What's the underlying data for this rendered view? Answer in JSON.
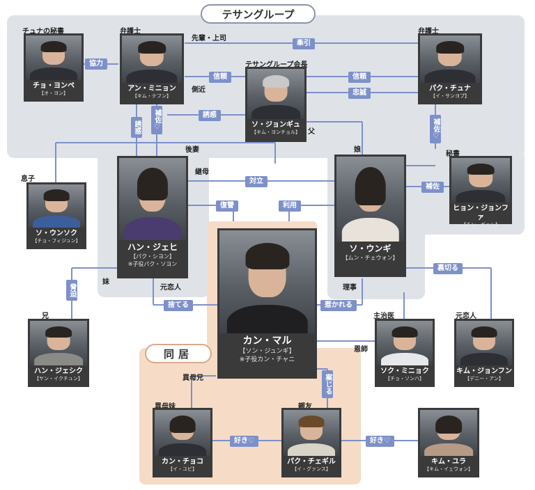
{
  "group_title": "テサングループ",
  "cohab_title": "同居",
  "characters": {
    "cho": {
      "role": "チュナの秘書",
      "name": "チョ・ヨンペ",
      "actor": "【オ・ヨン】"
    },
    "ahn": {
      "role": "弁護士",
      "name": "アン・ミニョン",
      "actor": "【キム・テフン】"
    },
    "so_jg": {
      "role": "テサングループ会長",
      "name": "ソ・ジョンギュ",
      "actor": "【キム・ヨンチョル】"
    },
    "park_cn": {
      "role": "弁護士",
      "name": "パク・チュナ",
      "actor": "【イ・サンヨプ】"
    },
    "son": {
      "role": "息子",
      "name": "ソ・ウンソク",
      "actor": "【チョ・フィジュン】"
    },
    "han_jh": {
      "role": "後妻",
      "name": "ハン・ジェヒ",
      "actor": "【パク・シヨン】",
      "extra": "※子役パク・ソヨン"
    },
    "so_ug": {
      "role": "娘",
      "name": "ソ・ウンギ",
      "actor": "【ムン・チェウォン】"
    },
    "hyon": {
      "role": "秘書",
      "name": "ヒョン・ジョンファ",
      "actor": "【チン・ギョン】"
    },
    "kang": {
      "name": "カン・マル",
      "actor": "【ソン・ジュンギ】",
      "extra": "※子役カン・チャニ"
    },
    "han_js": {
      "role": "兄",
      "name": "ハン・ジェシク",
      "actor": "【ヤン・イクチュン】"
    },
    "sok": {
      "role": "主治医",
      "name": "ソク・ミニョク",
      "actor": "【チョ・ソンハ】"
    },
    "kim_jh": {
      "role": "元恋人",
      "name": "キム・ジョンフン",
      "actor": "【デニー・アン】"
    },
    "kang_ck": {
      "role": "異母妹",
      "name": "カン・チョコ",
      "actor": "【イ・ユビ】"
    },
    "park_cg": {
      "role": "親友",
      "name": "パク・チェギル",
      "actor": "【イ・グァンス】"
    },
    "kim_yr": {
      "name": "キム・ユラ",
      "actor": "【キム・イェウォン】"
    }
  },
  "relation_labels": {
    "kyoryoku": "協力",
    "senpai": "先輩・上司",
    "kenin": "牽引",
    "sokkin": "側近",
    "shinrai1": "信頼",
    "shinrai2": "信頼",
    "chusei": "忠誠",
    "yuwaku_h": "誘惑",
    "yuwaku_v": "誘惑",
    "hosa_v1": "補佐♡",
    "hosa_v2": "補佐♡",
    "hosa_h": "補佐",
    "chichi": "父",
    "gosai": "後妻",
    "keibo": "継母",
    "musume": "娘",
    "tairitsu": "対立",
    "fukushu": "復讐",
    "riyo": "利用",
    "imouto": "妹",
    "kyohaku": "脅迫",
    "motokoibito": "元恋人",
    "suteru": "捨てる",
    "hikareru": "惹かれる",
    "rijun": "理事",
    "uragiru": "裏切る",
    "onshi": "恩師",
    "ibokei": "異母兄",
    "anjiru": "案じる",
    "suki1": "好き♡",
    "suki2": "好き♡"
  },
  "colors": {
    "accent": "#7d90c9",
    "group_bg": "#dfe3e8",
    "cohab_bg": "#f6dcc6",
    "card": "#3a3a3a"
  }
}
